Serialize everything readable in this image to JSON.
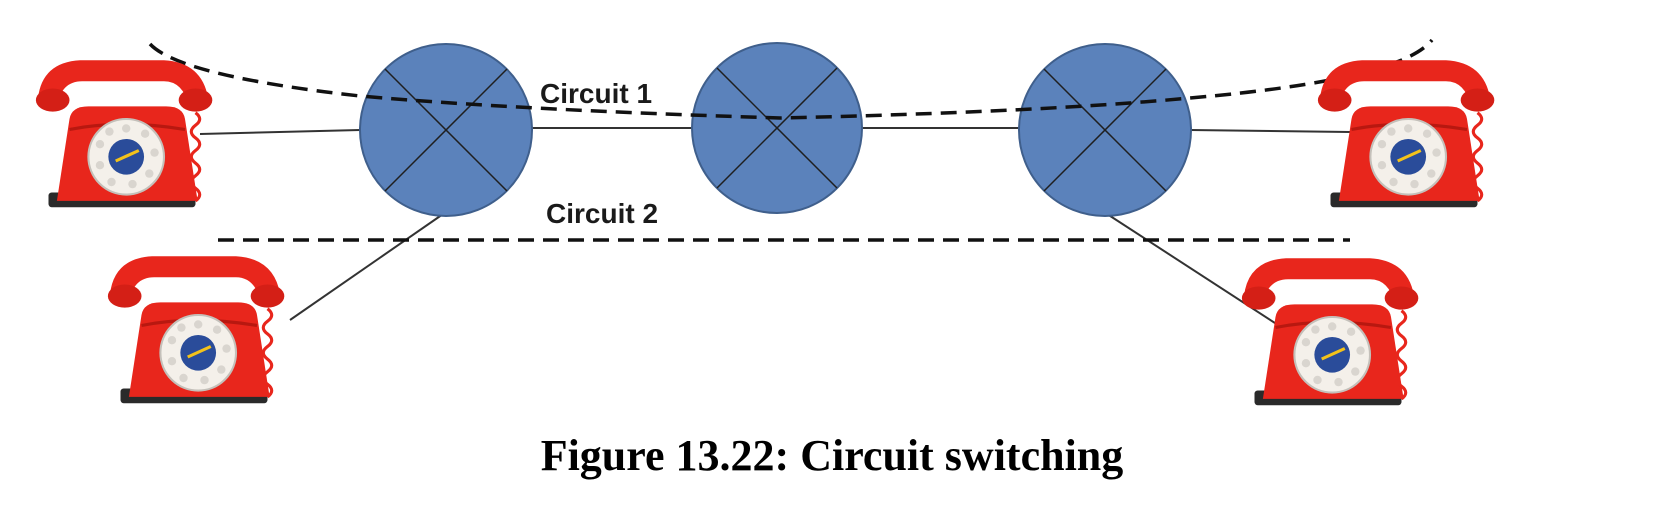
{
  "diagram": {
    "switches": [
      {
        "id": "switch-1"
      },
      {
        "id": "switch-2"
      },
      {
        "id": "switch-3"
      }
    ],
    "telephones": [
      {
        "id": "phone-top-left",
        "icon": "telephone-icon"
      },
      {
        "id": "phone-bottom-left",
        "icon": "telephone-icon"
      },
      {
        "id": "phone-top-right",
        "icon": "telephone-icon"
      },
      {
        "id": "phone-bottom-right",
        "icon": "telephone-icon"
      }
    ],
    "circuits": [
      {
        "label": "Circuit 1"
      },
      {
        "label": "Circuit 2"
      }
    ],
    "colors": {
      "switch_fill": "#5b82bb",
      "switch_stroke": "#3f5f8c",
      "phone_red": "#e8261c",
      "line": "#333333"
    }
  },
  "caption": "Figure 13.22: Circuit switching"
}
